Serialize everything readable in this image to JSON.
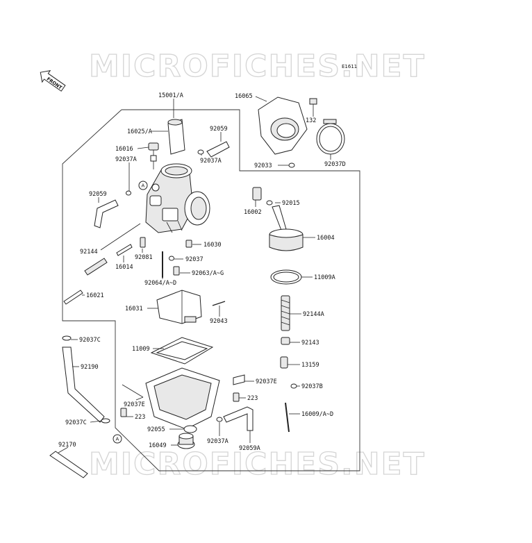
{
  "diagram": {
    "watermark": "MICROFICHES.NET",
    "figure_code": "E1611",
    "front_label": "FRONT",
    "callout_letter": "A",
    "parts": {
      "p15001A": "15001/A",
      "p16065": "16065",
      "p132": "132",
      "p16025A": "16025/A",
      "p92059a": "92059",
      "p16016": "16016",
      "p92037Aa": "92037A",
      "p92033": "92033",
      "p92037D": "92037D",
      "p92037Ab": "92037A",
      "p92059b": "92059",
      "p16002": "16002",
      "p92015": "92015",
      "p16004": "16004",
      "p92144": "92144",
      "p16030": "16030",
      "p92081": "92081",
      "p16014": "16014",
      "p92037": "92037",
      "p92063AG": "92063/A~G",
      "p92064AD": "92064/A~D",
      "p11009A": "11009A",
      "p16021": "16021",
      "p16031": "16031",
      "p92144A": "92144A",
      "p92043": "92043",
      "p92037C_a": "92037C",
      "p92143": "92143",
      "p11009": "11009",
      "p92190": "92190",
      "p13159": "13159",
      "p92037E_a": "92037E",
      "p92037B": "92037B",
      "p223_a": "223",
      "p92037E_b": "92037E",
      "p223_b": "223",
      "p16009AD": "16009/A~D",
      "p92037C_b": "92037C",
      "p92055": "92055",
      "p92037Ac": "92037A",
      "p16049": "16049",
      "p92059A": "92059A",
      "p92170": "92170"
    }
  }
}
